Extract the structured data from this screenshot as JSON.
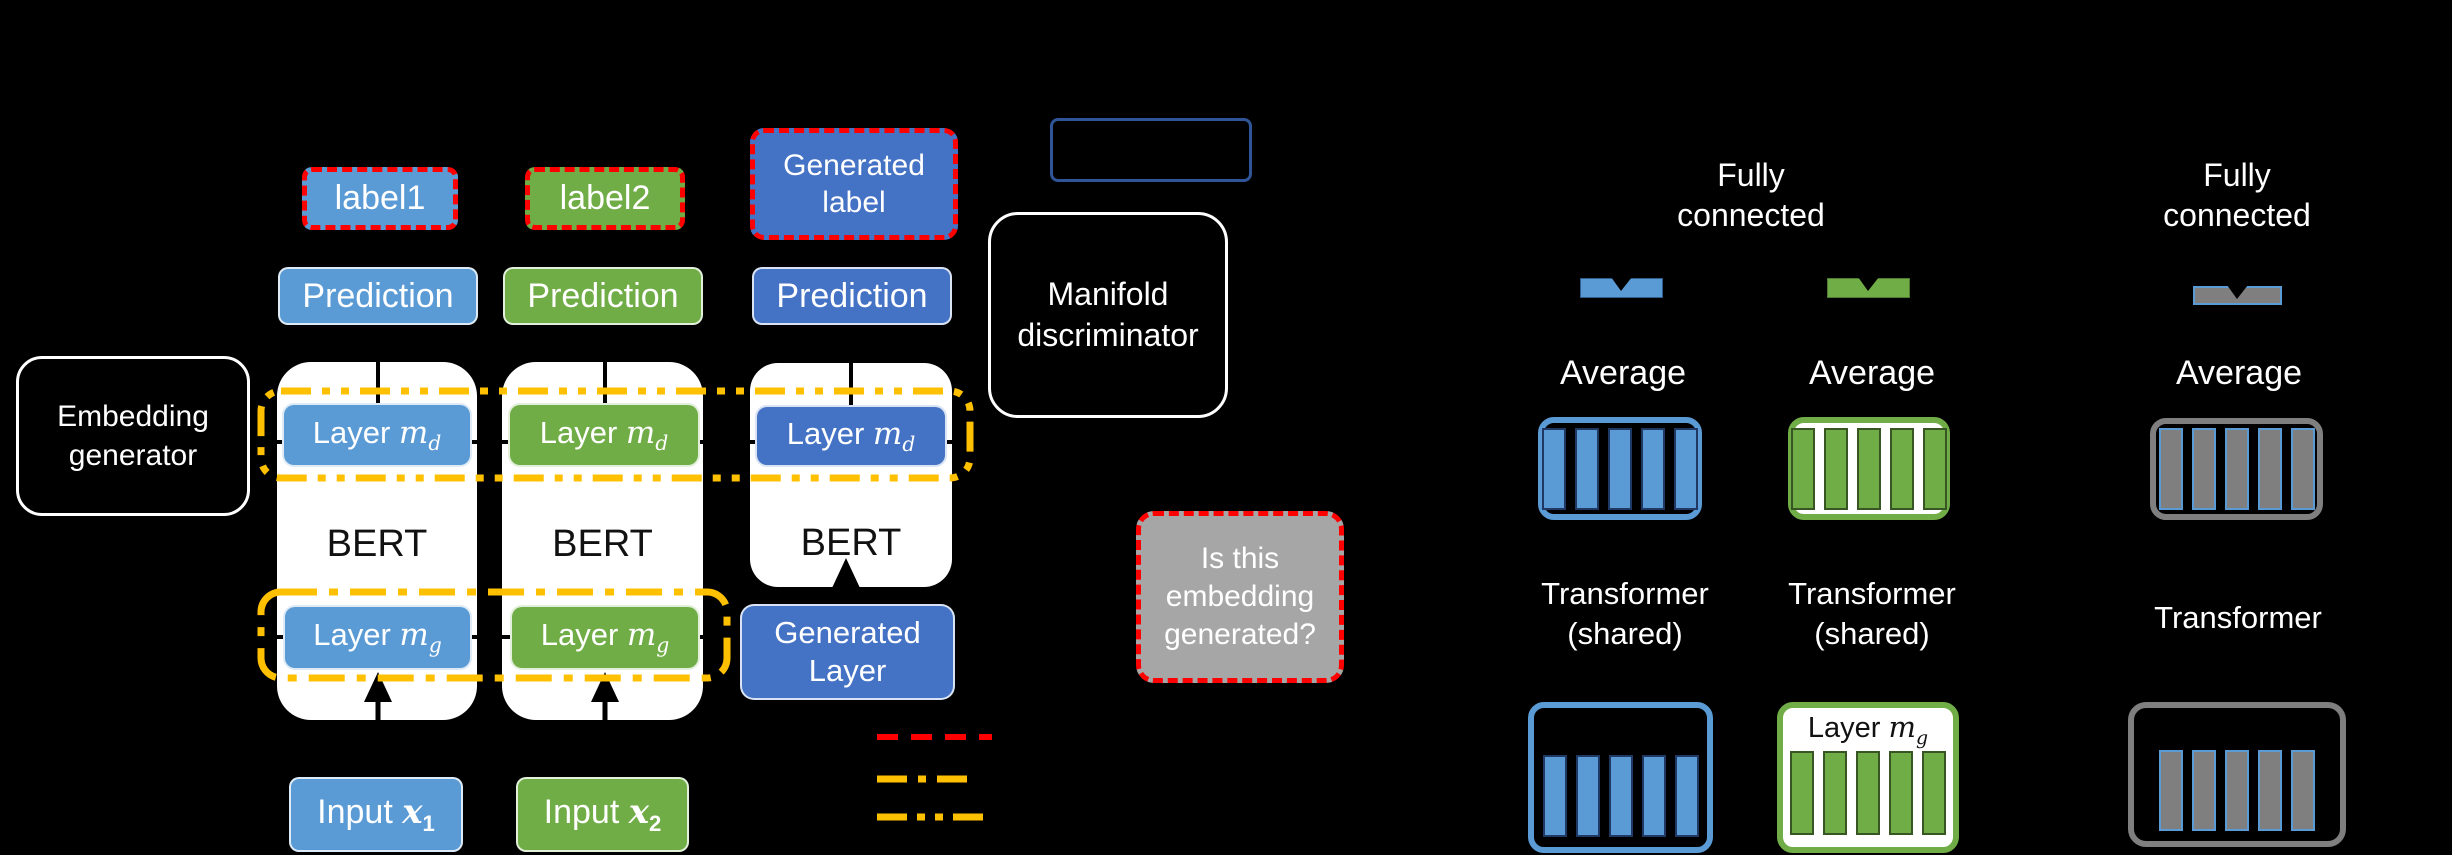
{
  "colors": {
    "blue": "#5B9BD5",
    "green": "#70AD47",
    "dark_blue": "#4472C4",
    "yellow": "#FFC000",
    "red": "#FF0000",
    "gray_fill": "#A6A6A6",
    "gray_bar": "#7F7F7F",
    "navy_border": "#2F5597"
  },
  "left": {
    "embedding_generator": {
      "line1": "Embedding",
      "line2": "generator"
    },
    "labels": {
      "label1": "label1",
      "label2": "label2",
      "generated_line1": "Generated",
      "generated_line2": "label"
    },
    "prediction": "Prediction",
    "bert": "BERT",
    "layer_word": "Layer",
    "m_var": "m",
    "sub_d": "d",
    "sub_g": "g",
    "input_word": "Input",
    "x_var": "x",
    "sub_1": "1",
    "sub_2": "2",
    "generated_layer": {
      "line1": "Generated",
      "line2": "Layer"
    }
  },
  "middle": {
    "manifold": {
      "line1": "Manifold",
      "line2": "discriminator"
    },
    "question": {
      "line1": "Is this",
      "line2": "embedding",
      "line3": "generated?"
    }
  },
  "right": {
    "fully_connected": {
      "line1": "Fully",
      "line2": "connected"
    },
    "average": "Average",
    "transformer_shared": {
      "line1": "Transformer",
      "line2": "(shared)"
    },
    "transformer": "Transformer",
    "layer_word": "Layer",
    "m_var": "m",
    "sub_g": "g"
  }
}
